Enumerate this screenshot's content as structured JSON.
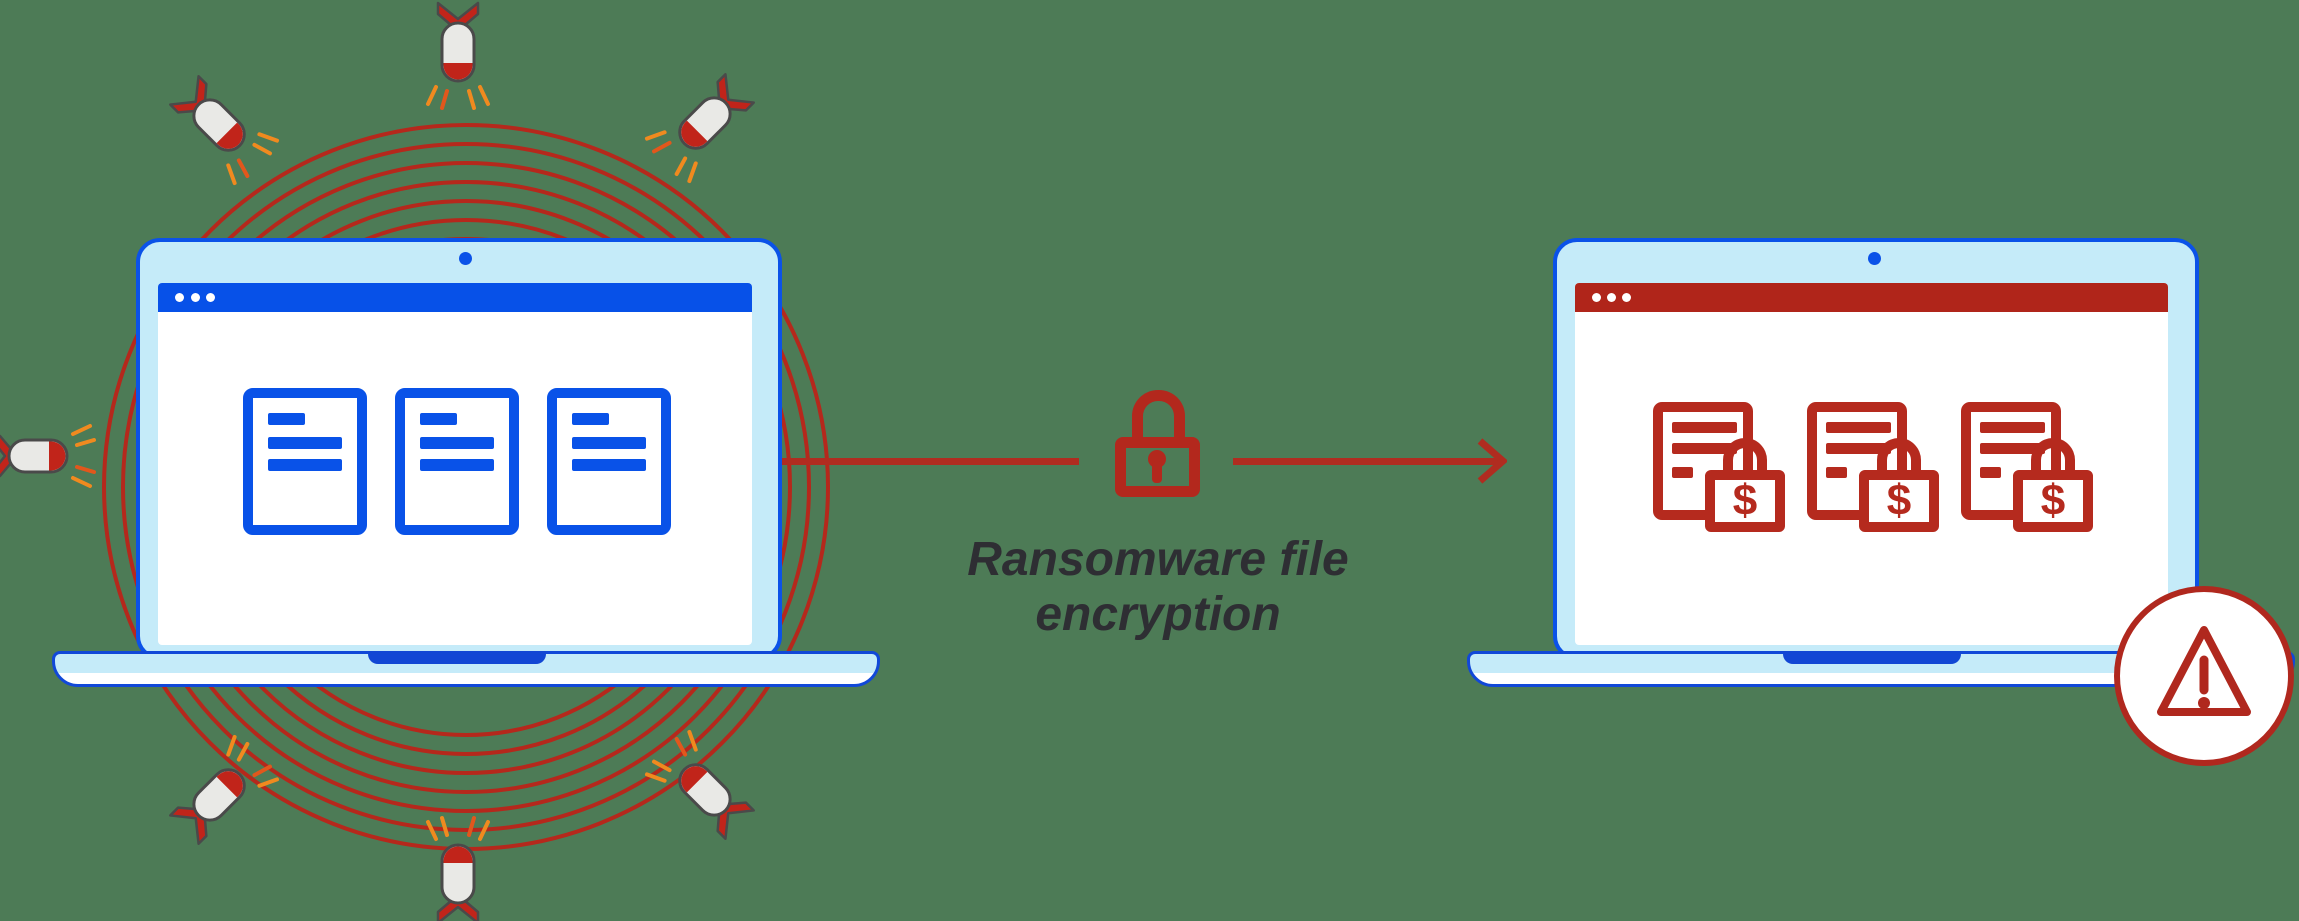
{
  "caption": {
    "label": "Ransomware file encryption"
  },
  "encrypted_files": {
    "currency_symbol": "$",
    "count": 3
  },
  "clean_files": {
    "count": 3
  },
  "bombs": {
    "count": 7
  },
  "rings": {
    "count": 7
  },
  "colors": {
    "background": "#4d7b56",
    "laptop_border_blue": "#0b52e8",
    "laptop_fill_light_blue": "#c5ebf9",
    "browser_bar_blue": "#0751e8",
    "document_blue": "#0952e8",
    "browser_bar_red": "#b0251a",
    "document_red": "#b52a1e",
    "ring_red": "#b5281c",
    "arrow_red": "#b02c20",
    "lock_red": "#b3281d",
    "warning_red": "#b0281e",
    "bomb_red": "#c1241a",
    "bomb_body_gray": "#e9e9e6",
    "spark_orange": "#f08a1f",
    "caption_text": "#2e2e33"
  }
}
